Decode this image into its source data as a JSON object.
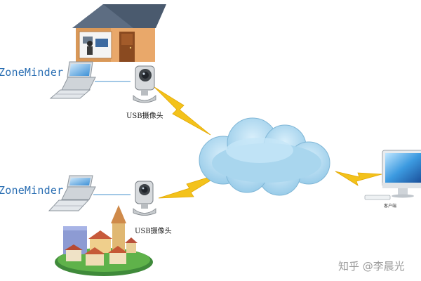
{
  "nodes": {
    "top_zm_label": "ZoneMinder",
    "bottom_zm_label": "ZoneMinder",
    "top_camera_label": "USB摄像头",
    "bottom_camera_label": "USB摄像头",
    "client_label": "客户端"
  },
  "watermark": "知乎 @李晨光",
  "colors": {
    "cloud": "#a9d6ee",
    "cloud_edge": "#7fb6d6",
    "lightning": "#f3c21b",
    "link_line": "#6aa7d8",
    "label_blue": "#2b6fb3"
  }
}
